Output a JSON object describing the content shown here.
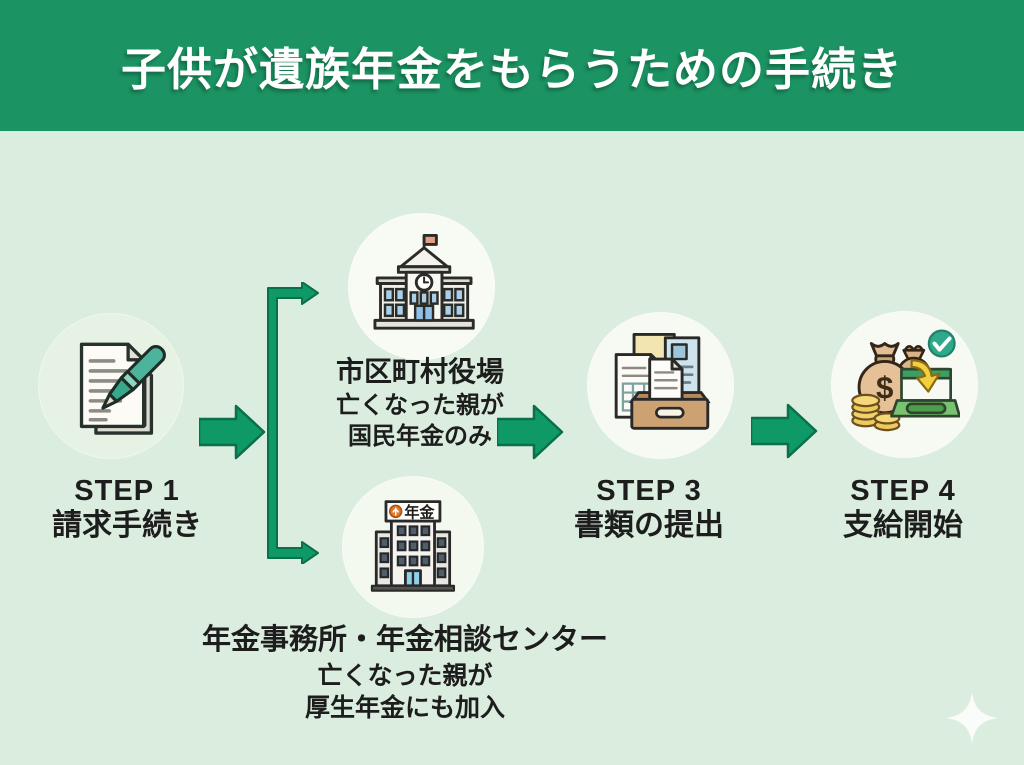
{
  "title": "子供が遺族年金をもらうための手続き",
  "step1": {
    "label": "STEP 1",
    "name": "請求手続き"
  },
  "step3": {
    "label": "STEP 3",
    "name": "書類の提出"
  },
  "step4": {
    "label": "STEP 4",
    "name": "支給開始"
  },
  "branch_top": {
    "name": "市区町村役場",
    "cond1": "亡くなった親が",
    "cond2": "国民年金のみ"
  },
  "branch_bottom": {
    "name": "年金事務所・年金相談センター",
    "cond1": "亡くなった親が",
    "cond2": "厚生年金にも加入",
    "sign": "年金"
  },
  "icons": {
    "step1": "documents-pen-icon",
    "branch_top": "municipal-office-icon",
    "branch_bottom": "pension-office-icon",
    "step3": "documents-box-icon",
    "step4": "money-payment-icon",
    "flow": "arrow-right-icon",
    "decor": "sparkle-icon"
  },
  "colors": {
    "banner": "#1c9362",
    "background": "#dbedde",
    "arrow": "#0f9966",
    "arrow_outline": "#0a6f4b",
    "text": "#1d1d1d",
    "title_text": "#ffffff"
  }
}
